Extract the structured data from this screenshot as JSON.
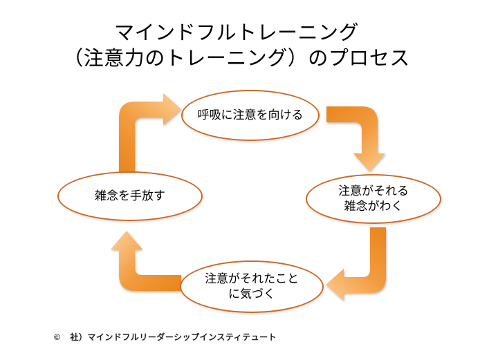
{
  "title": {
    "line1": "マインドフルトレーニング",
    "line2": "（注意力のトレーニング）のプロセス"
  },
  "cycle": {
    "nodes": {
      "breath": {
        "lines": [
          "呼吸に注意を向ける"
        ]
      },
      "distract": {
        "lines": [
          "注意がそれる",
          "雑念がわく"
        ]
      },
      "notice": {
        "lines": [
          "注意がそれたこと",
          "に気づく"
        ]
      },
      "release": {
        "lines": [
          "雑念を手放す"
        ]
      }
    }
  },
  "footer": {
    "symbol": "©",
    "text": "社）マインドフルリーダーシップインスティテュート"
  },
  "colors": {
    "background": "#FFFFFF",
    "text": "#000000",
    "ellipse_stroke": "#CB6A27",
    "arrow_dark": "#EA871F",
    "arrow_mid": "#F29C40",
    "arrow_light": "#FBC180"
  }
}
